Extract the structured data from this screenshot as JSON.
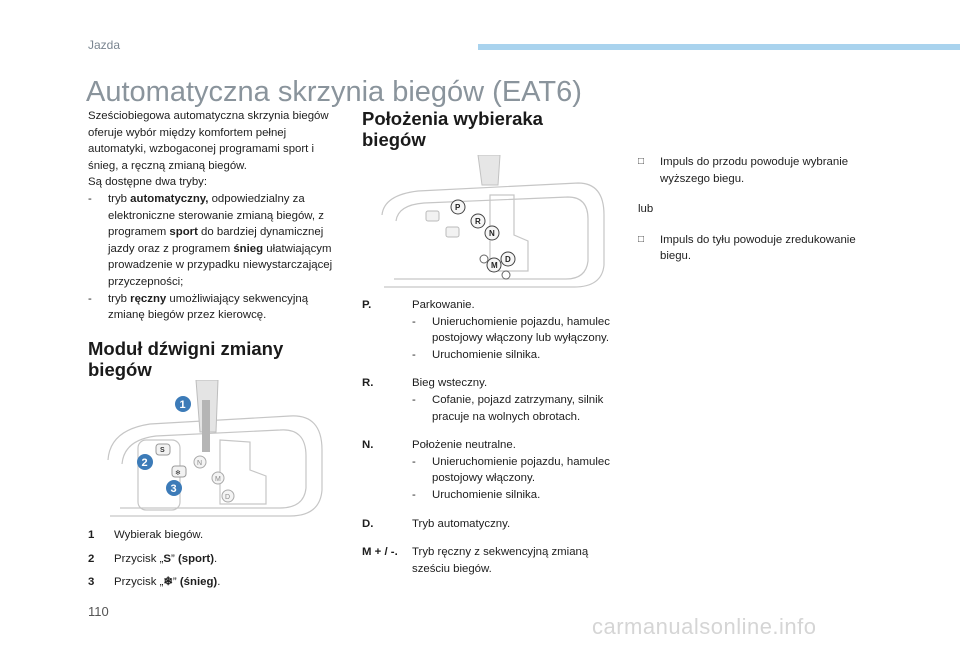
{
  "header": {
    "section": "Jazda",
    "accent_color": "#a9d3ee"
  },
  "title": "Automatyczna skrzynia biegów (EAT6)",
  "intro": {
    "paragraph": "Sześciobiegowa automatyczna skrzynia biegów oferuje wybór między komfortem pełnej automatyki, wzbogaconej programami sport i śnieg, a ręczną zmianą biegów.",
    "modes_intro": "Są dostępne dwa tryby:",
    "modes": [
      {
        "dash": "-",
        "pre": "tryb ",
        "bold": "automatyczny,",
        "mid": " odpowiedzialny za elektroniczne sterowanie zmianą biegów, z programem ",
        "bold2": "sport",
        "mid2": " do bardziej dynamicznej jazdy oraz z programem ",
        "bold3": "śnieg",
        "post": " ułatwiającym prowadzenie w przypadku niewystarczającej przyczepności;"
      },
      {
        "dash": "-",
        "pre": "tryb ",
        "bold": "ręczny",
        "post": " umożliwiający sekwencyjną zmianę biegów przez kierowcę."
      }
    ]
  },
  "module": {
    "heading": "Moduł dźwigni zmiany biegów",
    "callouts": [
      "1",
      "2",
      "3"
    ],
    "legend": [
      {
        "num": "1",
        "text": "Wybierak biegów."
      },
      {
        "num": "2",
        "pre": "Przycisk „",
        "sym": "S",
        "post": "” ",
        "bold": "(sport)",
        "end": "."
      },
      {
        "num": "3",
        "pre": "Przycisk „",
        "sym": "❄",
        "post": "” ",
        "bold": "(śnieg)",
        "end": "."
      }
    ]
  },
  "positions": {
    "heading": "Położenia wybieraka biegów",
    "gate_labels": [
      "P",
      "R",
      "N",
      "D",
      "M",
      "S"
    ],
    "items": [
      {
        "label": "P.",
        "text": "Parkowanie.",
        "subs": [
          {
            "dash": "-",
            "text": "Unieruchomienie pojazdu, hamulec postojowy włączony lub wyłączony."
          },
          {
            "dash": "-",
            "text": "Uruchomienie silnika."
          }
        ]
      },
      {
        "label": "R.",
        "text": "Bieg wsteczny.",
        "subs": [
          {
            "dash": "-",
            "text": "Cofanie, pojazd zatrzymany, silnik pracuje na wolnych obrotach."
          }
        ]
      },
      {
        "label": "N.",
        "text": "Położenie neutralne.",
        "subs": [
          {
            "dash": "-",
            "text": "Unieruchomienie pojazdu, hamulec postojowy włączony."
          },
          {
            "dash": "-",
            "text": "Uruchomienie silnika."
          }
        ]
      },
      {
        "label": "D.",
        "text": "Tryb automatyczny.",
        "subs": []
      },
      {
        "label": "M + / -.",
        "text": "Tryb ręczny z sekwencyjną zmianą sześciu biegów.",
        "subs": []
      }
    ]
  },
  "impulses": {
    "forward": "Impuls do przodu powoduje wybranie wyższego biegu.",
    "or": "lub",
    "backward": "Impuls do tyłu powoduje zredukowanie biegu."
  },
  "footer": {
    "page_number": "110",
    "watermark": "carmanualsonline.info"
  }
}
